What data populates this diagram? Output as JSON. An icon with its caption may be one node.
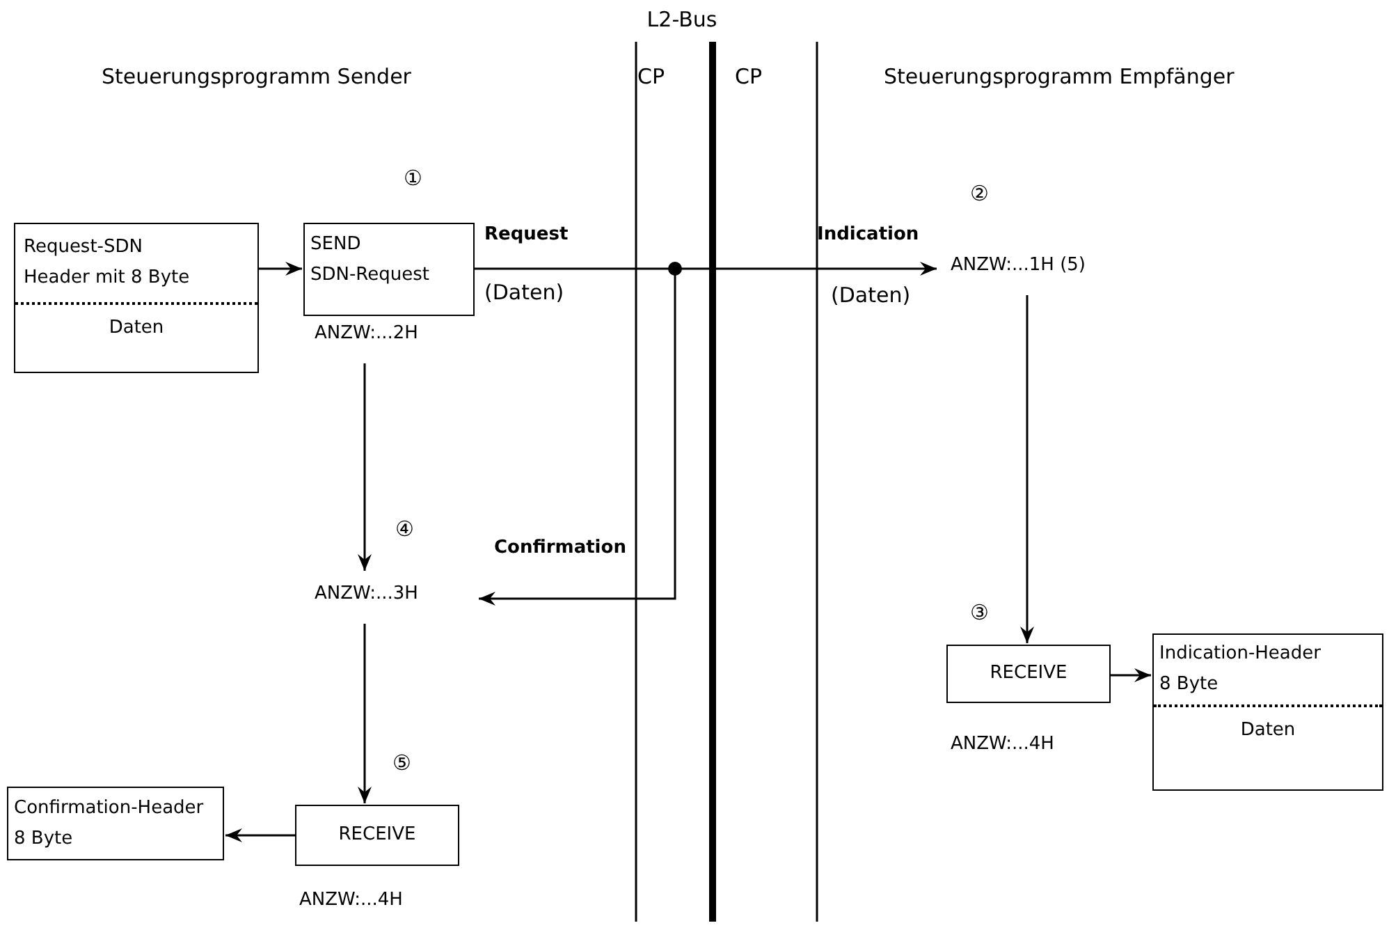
{
  "diagram": {
    "nodes": [
      {
        "text": [
          "Request-SDN Header mit 8 Byte",
          "Daten"
        ]
      },
      {
        "text": [
          "SEND SDN-Request"
        ]
      },
      {
        "text": [],
        "shape": "circle"
      },
      {
        "text": [
          "ANZW:...1H (5)"
        ]
      },
      {
        "text": [
          "ANZW:...2H"
        ]
      },
      {
        "text": [
          "ANZW:...3H"
        ]
      },
      {
        "text": [
          "RECEIVE"
        ],
        "beside": [
          "ANZW:...4H"
        ]
      },
      {
        "text": [
          "Indication-Header 8 Byte",
          "Daten"
        ]
      },
      {
        "text": [
          "Confirmation-Header 8 Byte"
        ]
      },
      {
        "text": [
          "RECEIVE"
        ],
        "beside": [
          "ANZW:...4H"
        ]
      }
    ],
    "edges": [
      {
        "from": 0,
        "to": 1,
        "arrow": "to"
      },
      {
        "from": 1,
        "to": 2,
        "arrow": "none",
        "label": "Request"
      },
      {
        "from": 2,
        "to": 3,
        "arrow": "to",
        "label": "Indication"
      },
      {
        "from": 2,
        "to": 5,
        "arrow": "to",
        "label": "Confirmation"
      },
      {
        "from": 4,
        "to": 5,
        "arrow": "to"
      },
      {
        "from": 3,
        "to": 6,
        "arrow": "to"
      },
      {
        "from": 6,
        "to": 7,
        "arrow": "to"
      },
      {
        "from": 5,
        "to": 9,
        "arrow": "to"
      },
      {
        "from": 9,
        "to": 8,
        "arrow": "to"
      }
    ],
    "labels": [
      "L2-Bus",
      "Steuerungsprogramm Sender",
      "CP",
      "CP",
      "Steuerungsprogramm Empfänger",
      "①",
      "②",
      "(Daten)",
      "(Daten)",
      "④",
      "③",
      "⑤"
    ]
  }
}
